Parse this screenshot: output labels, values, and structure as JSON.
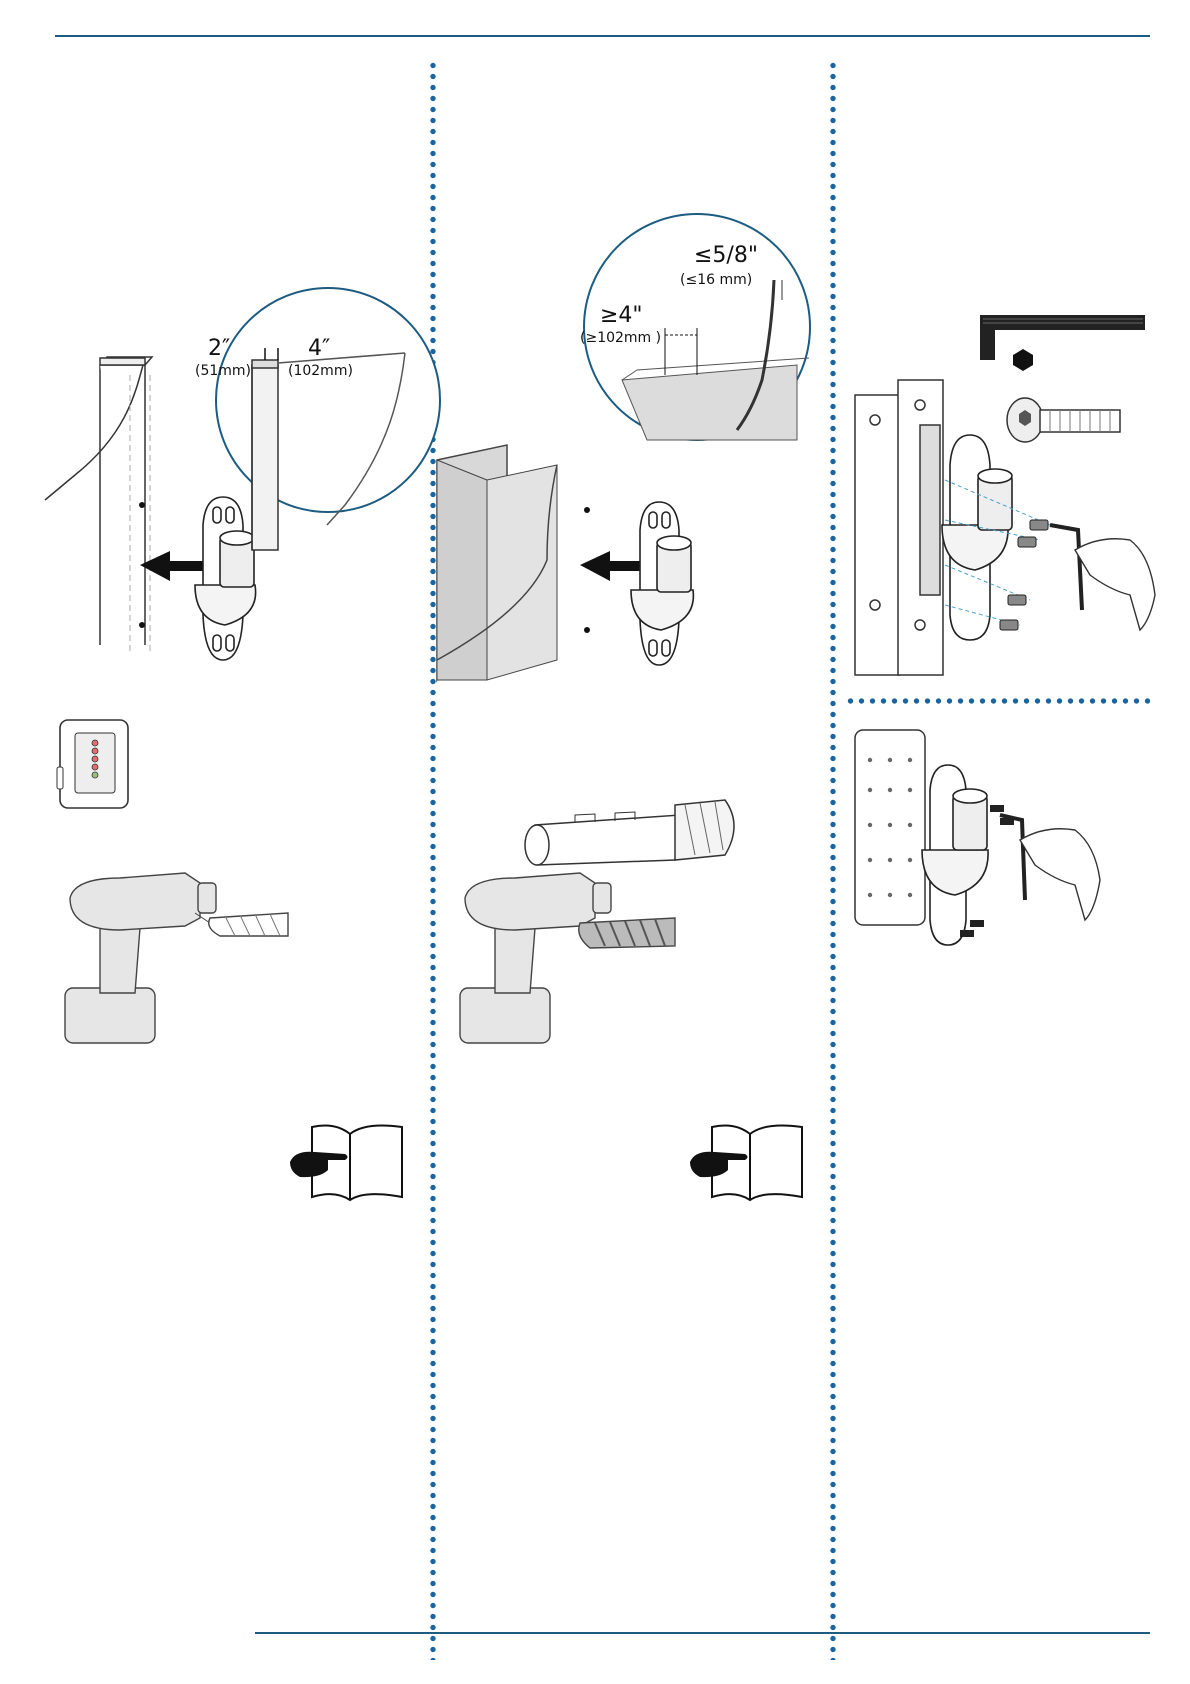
{
  "panel1": {
    "dim_stud_width": "2″",
    "dim_stud_width_mm": "(51mm)",
    "dim_stud_depth": "4″",
    "dim_stud_depth_mm": "(102mm)"
  },
  "panel2": {
    "dim_depth": "≥4\"",
    "dim_depth_mm": "(≥102mm )",
    "dim_drywall": "≤5/8\"",
    "dim_drywall_mm": "(≤16 mm)"
  },
  "icons": {
    "stud_finder": "stud-finder-icon",
    "drill": "drill-icon",
    "manual": "manual-icon",
    "anchor": "anchor-icon",
    "hex_key": "hex-key-icon",
    "bolt": "bolt-icon"
  },
  "colors": {
    "rule": "#1b5c80",
    "dots": "#1a64a0",
    "drill": "#e6e6e6",
    "concrete": "#d8d8d8"
  }
}
